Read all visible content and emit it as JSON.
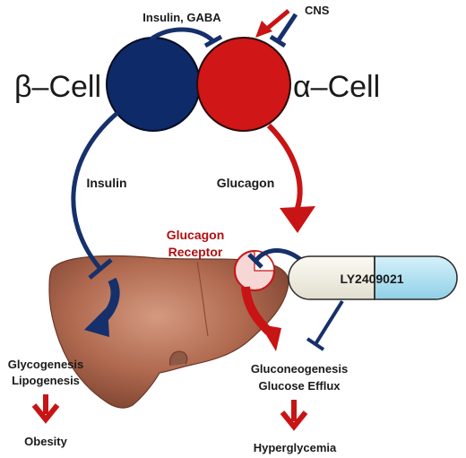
{
  "labels": {
    "cns": "CNS",
    "insulin_gaba": "Insulin, GABA",
    "beta_cell": "β–Cell",
    "alpha_cell": "α–Cell",
    "insulin": "Insulin",
    "glucagon": "Glucagon",
    "glucagon_receptor_line1": "Glucagon",
    "glucagon_receptor_line2": "Receptor",
    "drug": "LY2409021",
    "glycogenesis": "Glycogenesis",
    "lipogenesis": "Lipogenesis",
    "obesity": "Obesity",
    "gluconeogenesis": "Gluconeogenesis",
    "glucose_efflux": "Glucose Efflux",
    "hyperglycemia": "Hyperglycemia"
  },
  "colors": {
    "navy": "#16306b",
    "red": "#c81414",
    "dark_red_text": "#b01010",
    "liver": "#b06a50",
    "capsule_left": "#efece0",
    "capsule_right": "#aee0f0"
  }
}
